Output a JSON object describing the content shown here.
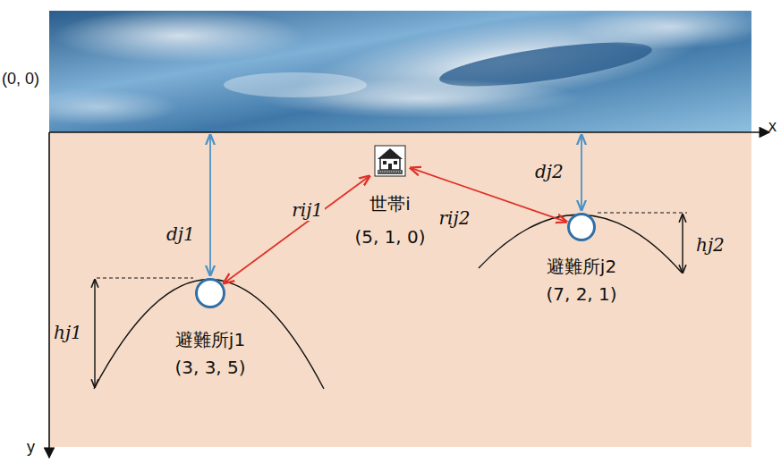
{
  "diagram": {
    "nodes": [
      {
        "text": [
          "世帯i",
          "(5, 1, 0)"
        ]
      },
      {
        "text": [
          "避難所j1",
          "(3, 3, 5)"
        ]
      },
      {
        "text": [
          "避難所j2",
          "(7, 2, 1)"
        ]
      }
    ],
    "edges": [
      {
        "from": 0,
        "to": 1,
        "arrow": "both",
        "label": "rij1"
      },
      {
        "from": 0,
        "to": 2,
        "arrow": "both",
        "label": "rij2"
      }
    ],
    "labels": [
      "(0, 0)",
      "x",
      "y",
      "dj1",
      "dj2",
      "hj1",
      "hj2"
    ]
  }
}
